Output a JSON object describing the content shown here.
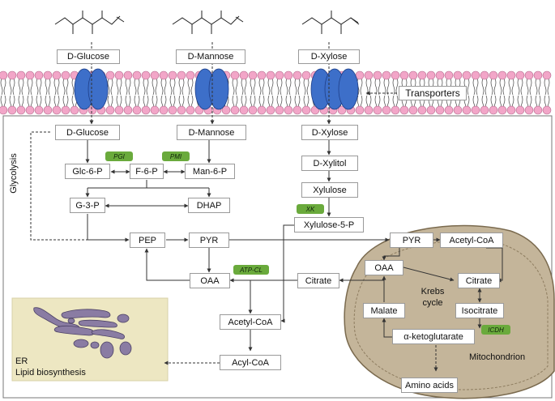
{
  "sugars": {
    "glucose": "D-Glucose",
    "mannose": "D-Mannose",
    "xylose": "D-Xylose"
  },
  "membrane": {
    "transporters_label": "Transporters"
  },
  "cell": {
    "glycolysis_label": "Glycolysis",
    "glucose": "D-Glucose",
    "mannose": "D-Mannose",
    "xylose": "D-Xylose",
    "glc6p": "Glc-6-P",
    "f6p": "F-6-P",
    "man6p": "Man-6-P",
    "g3p": "G-3-P",
    "dhap": "DHAP",
    "xylitol": "D-Xylitol",
    "xylulose": "Xylulose",
    "xylulose5p": "Xylulose-5-P",
    "pep": "PEP",
    "pyr": "PYR",
    "oaa": "OAA",
    "citrate": "Citrate",
    "acetyl_coa": "Acetyl-CoA",
    "acyl_coa": "Acyl-CoA",
    "amino_acids": "Amino acids"
  },
  "enzymes": {
    "pgi": "PGI",
    "pmi": "PMI",
    "xk": "XK",
    "atp_cl": "ATP-CL",
    "icdh": "ICDH"
  },
  "mitochondrion": {
    "label": "Mitochondrion",
    "pyr": "PYR",
    "acetyl_coa": "Acetyl-CoA",
    "oaa": "OAA",
    "citrate": "Citrate",
    "krebs_line1": "Krebs",
    "krebs_line2": "cycle",
    "malate": "Malate",
    "isocitrate": "Isocitrate",
    "akg": "α-ketoglutarate"
  },
  "er": {
    "line1": "ER",
    "line2": "Lipid biosynthesis"
  },
  "colors": {
    "membrane_head": "#f2a6c8",
    "transporter": "#3d6fc9",
    "enzyme_tag": "#6aaa3c",
    "mitochondrion": "#c4b59a",
    "er_panel": "#ede7c2",
    "er_organelle": "#8a7ca3"
  }
}
